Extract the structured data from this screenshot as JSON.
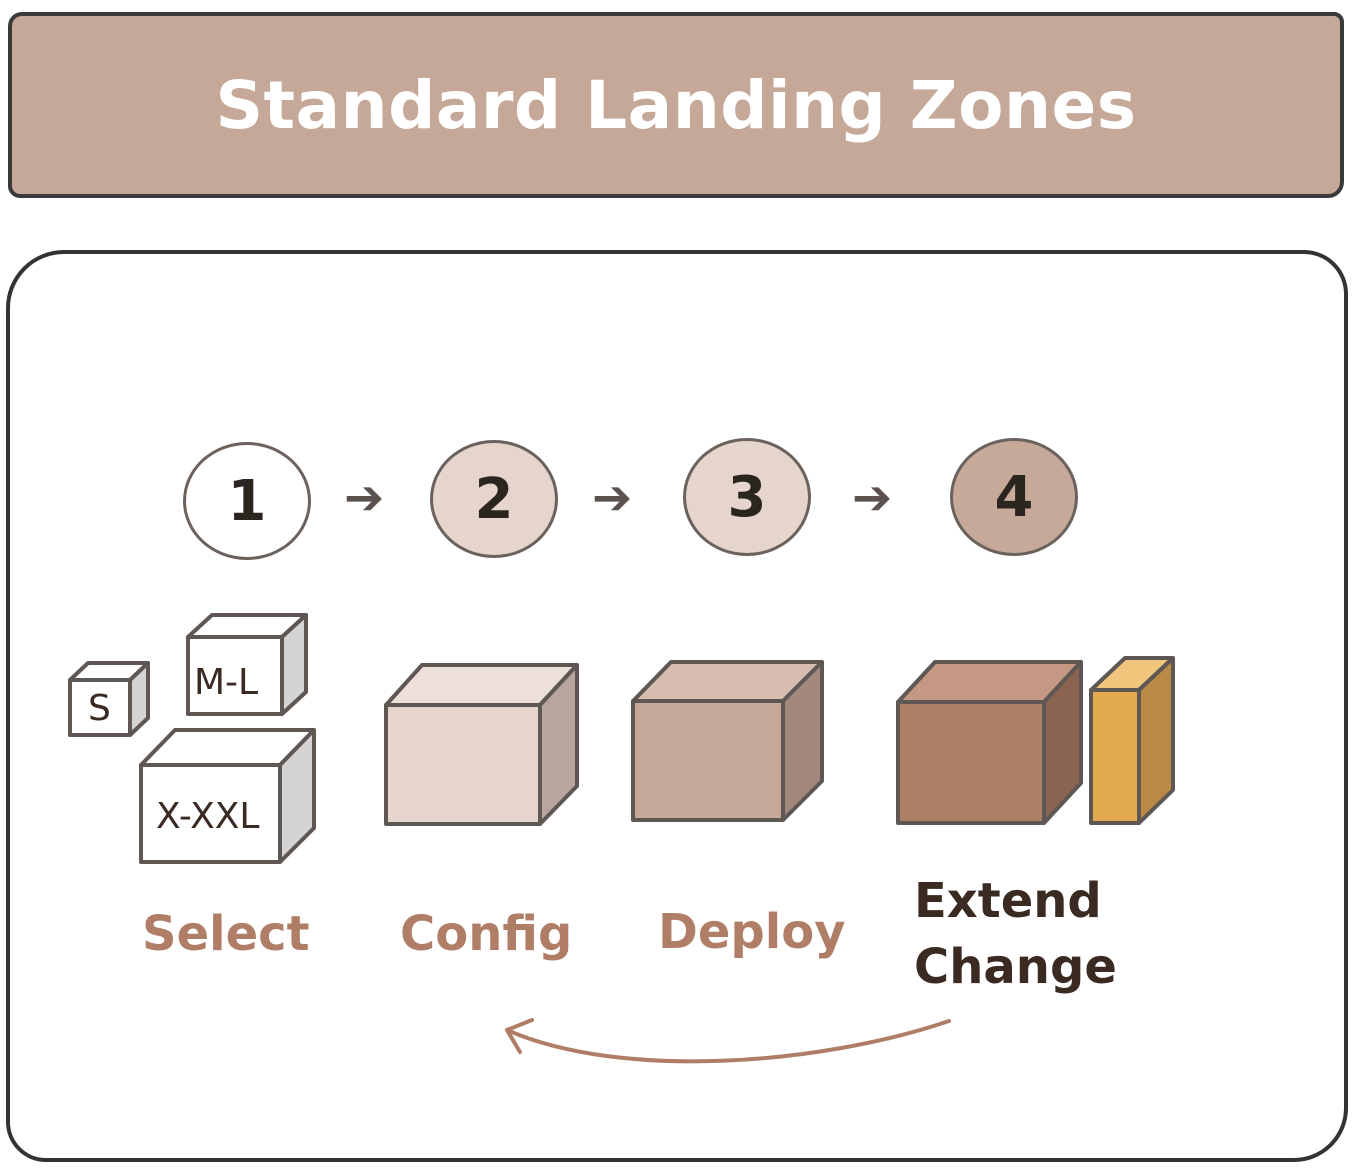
{
  "banner": {
    "title": "Standard Landing Zones"
  },
  "steps": [
    {
      "number": "1",
      "fill": "#ffffff"
    },
    {
      "number": "2",
      "fill": "#e6d5cc"
    },
    {
      "number": "3",
      "fill": "#e6d5cc"
    },
    {
      "number": "4",
      "fill": "#c7a999"
    }
  ],
  "sizes": {
    "small": "S",
    "medium": "M-L",
    "large": "X-XXL"
  },
  "labels": {
    "select": "Select",
    "config": "Config",
    "deploy": "Deploy",
    "extend": "Extend",
    "change": "Change"
  },
  "colors": {
    "banner": "#c6a898",
    "accent_label": "#b07e67",
    "dark_label": "#3a2a22",
    "config_box": "#e6d5cc",
    "deploy_box": "#c7a999",
    "extend_box": "#ad7f65",
    "extra_block": "#e3a94d",
    "return_arrow": "#b07e67"
  }
}
